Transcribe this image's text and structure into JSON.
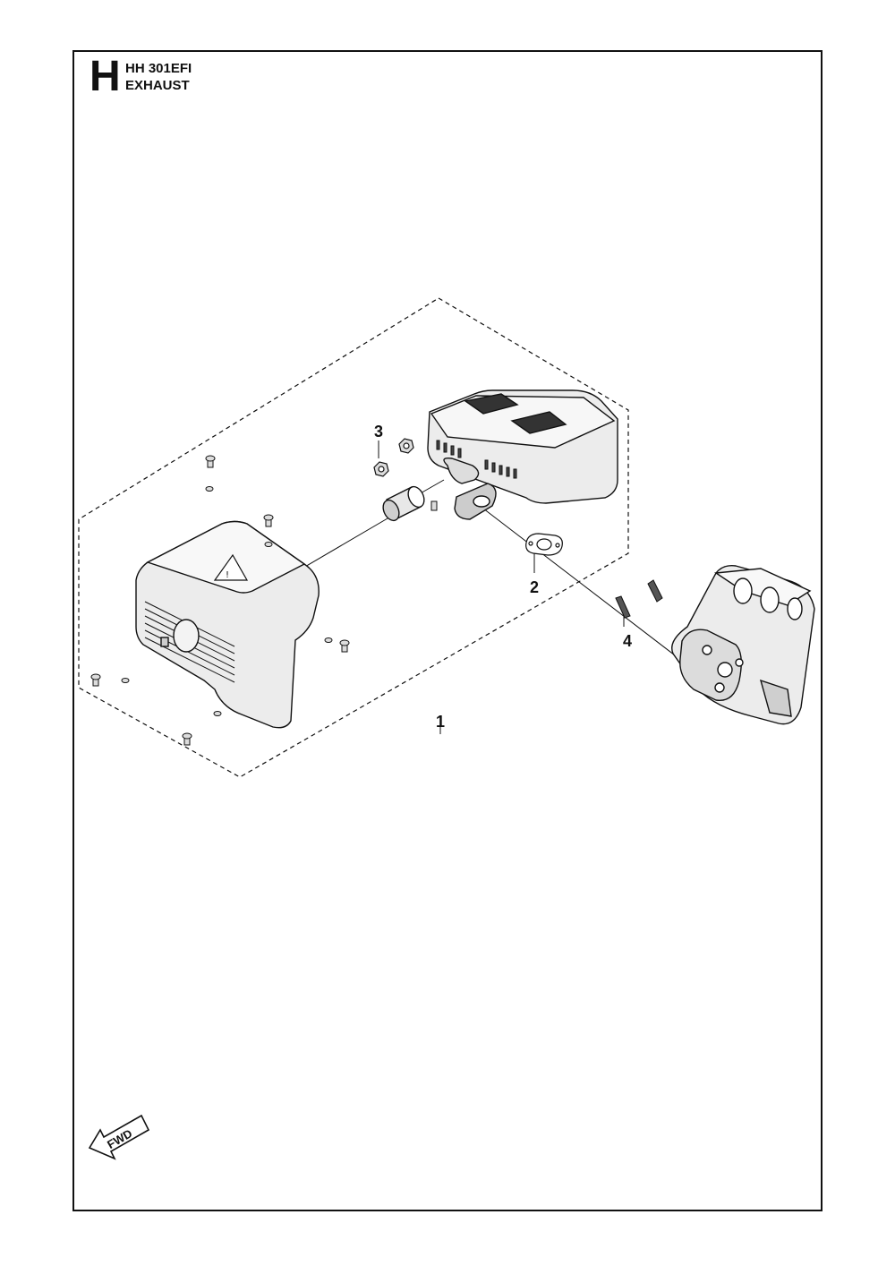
{
  "header": {
    "section_letter": "H",
    "model": "HH 301EFI",
    "section_title": "EXHAUST"
  },
  "callouts": [
    {
      "id": "1",
      "label": "1"
    },
    {
      "id": "2",
      "label": "2"
    },
    {
      "id": "3",
      "label": "3"
    },
    {
      "id": "4",
      "label": "4"
    }
  ],
  "direction_label": "FWD",
  "colors": {
    "line": "#111111",
    "fill_light": "#e6e6e6",
    "fill_mid": "#cfcfcf",
    "paper": "#ffffff"
  }
}
